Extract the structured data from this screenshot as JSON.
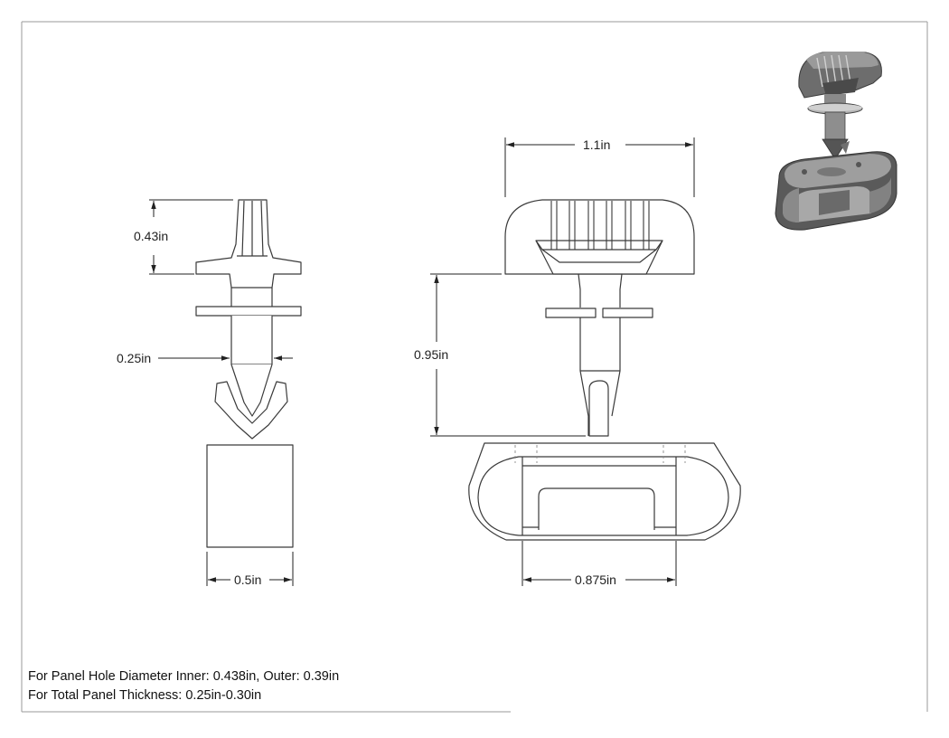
{
  "dimensions": {
    "head_height": "0.43in",
    "shaft_diameter": "0.25in",
    "panel_width": "0.5in",
    "knob_width": "1.1in",
    "pin_length": "0.95in",
    "slot_width": "0.875in"
  },
  "notes": {
    "line1": "For Panel Hole Diameter Inner: 0.438in, Outer: 0.39in",
    "line2": "For Total Panel Thickness: 0.25in-0.30in"
  },
  "colors": {
    "line": "#3a3a3a",
    "dim_line": "#222222",
    "border": "#9a9a9a",
    "render_dark": "#4a4a4a",
    "render_mid": "#7a7a7a",
    "render_light": "#b5b5b5"
  }
}
